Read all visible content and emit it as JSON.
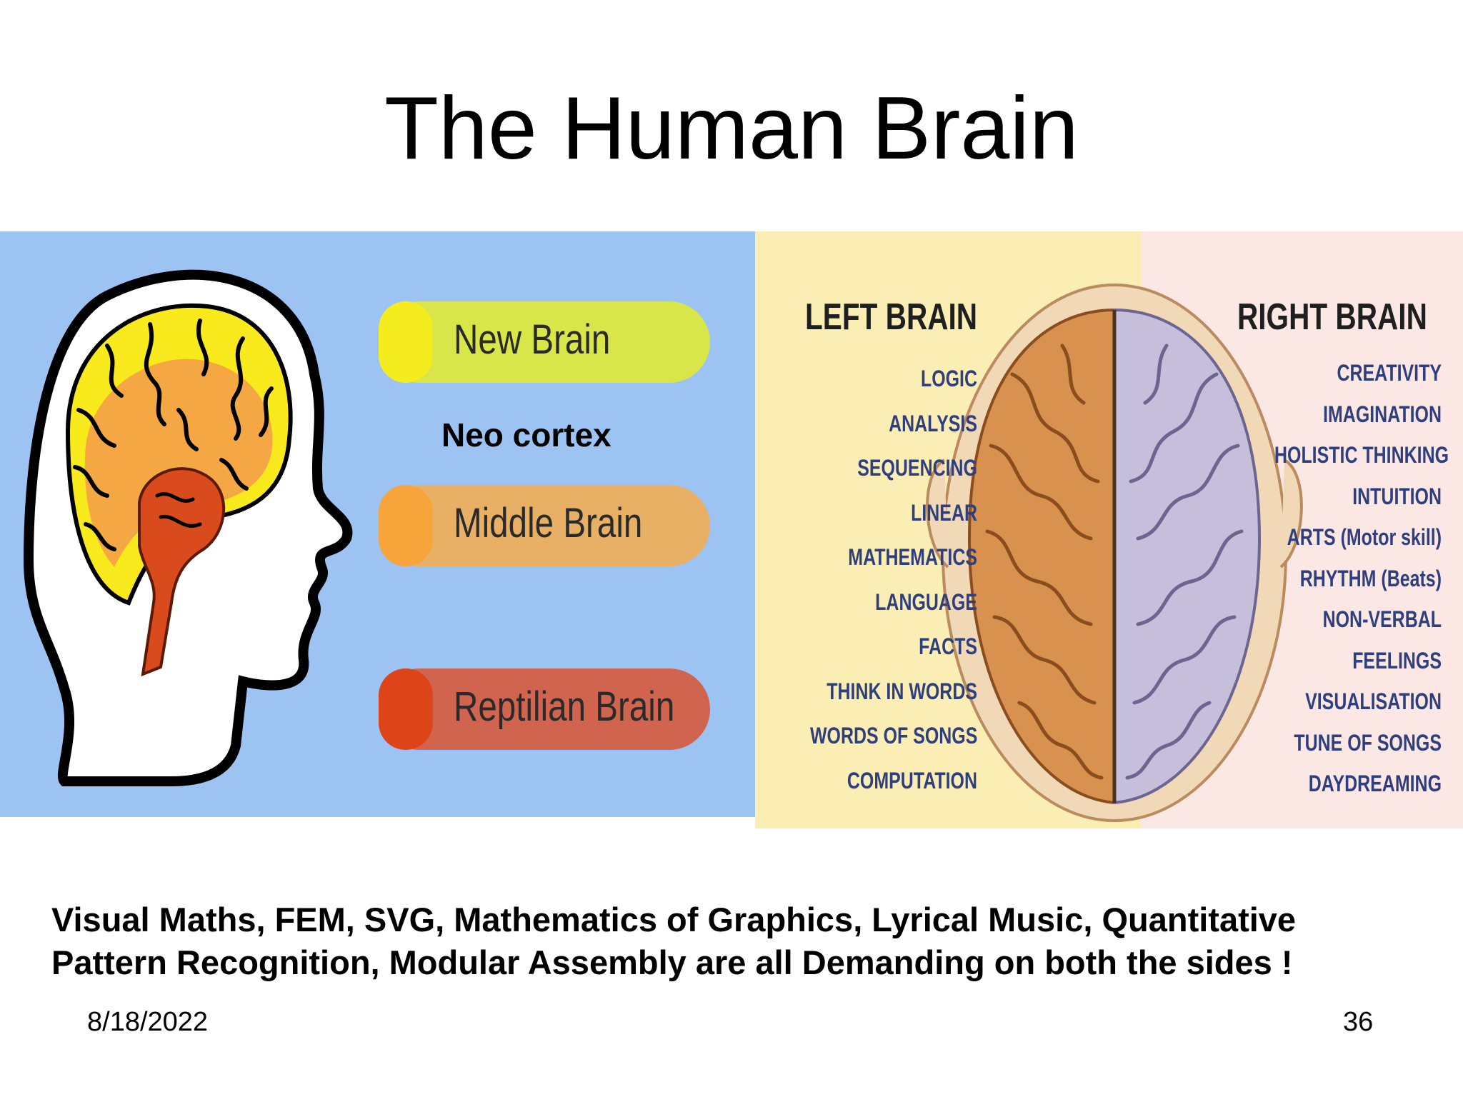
{
  "slide": {
    "title": "The Human Brain",
    "caption_line1": "Visual Maths, FEM, SVG, Mathematics of Graphics, Lyrical Music, Quantitative",
    "caption_line2": "Pattern Recognition, Modular Assembly are all Demanding on both the sides !",
    "date": "8/18/2022",
    "page_number": "36"
  },
  "triune_diagram": {
    "pills": [
      {
        "label": "New Brain",
        "color": "#d8e64a",
        "dot_color": "#f5ec1f"
      },
      {
        "label": "Middle Brain",
        "color": "#e8b064",
        "dot_color": "#f7a53a"
      },
      {
        "label": "Reptilian Brain",
        "color": "#d0644e",
        "dot_color": "#dd4417"
      }
    ],
    "neo_cortex_label": "Neo cortex",
    "colors": {
      "background": "#9cc3f2",
      "new_brain": "#f8ea1c",
      "middle_brain": "#f4a742",
      "reptilian_brain": "#d94a1c"
    }
  },
  "hemisphere_diagram": {
    "left_heading": "LEFT BRAIN",
    "right_heading": "RIGHT BRAIN",
    "left_traits": [
      "LOGIC",
      "ANALYSIS",
      "SEQUENCING",
      "LINEAR",
      "MATHEMATICS",
      "LANGUAGE",
      "FACTS",
      "THINK IN WORDS",
      "WORDS OF SONGS",
      "COMPUTATION"
    ],
    "right_traits": [
      "CREATIVITY",
      "IMAGINATION",
      "HOLISTIC THINKING",
      "INTUITION",
      "ARTS (Motor skill)",
      "RHYTHM (Beats)",
      "NON-VERBAL",
      "FEELINGS",
      "VISUALISATION",
      "TUNE OF SONGS",
      "DAYDREAMING"
    ],
    "colors": {
      "background": "#fbeeb4",
      "left_hemisphere": "#d9914f",
      "right_hemisphere": "#c6bfdc",
      "text": "#2f3f7e"
    }
  }
}
